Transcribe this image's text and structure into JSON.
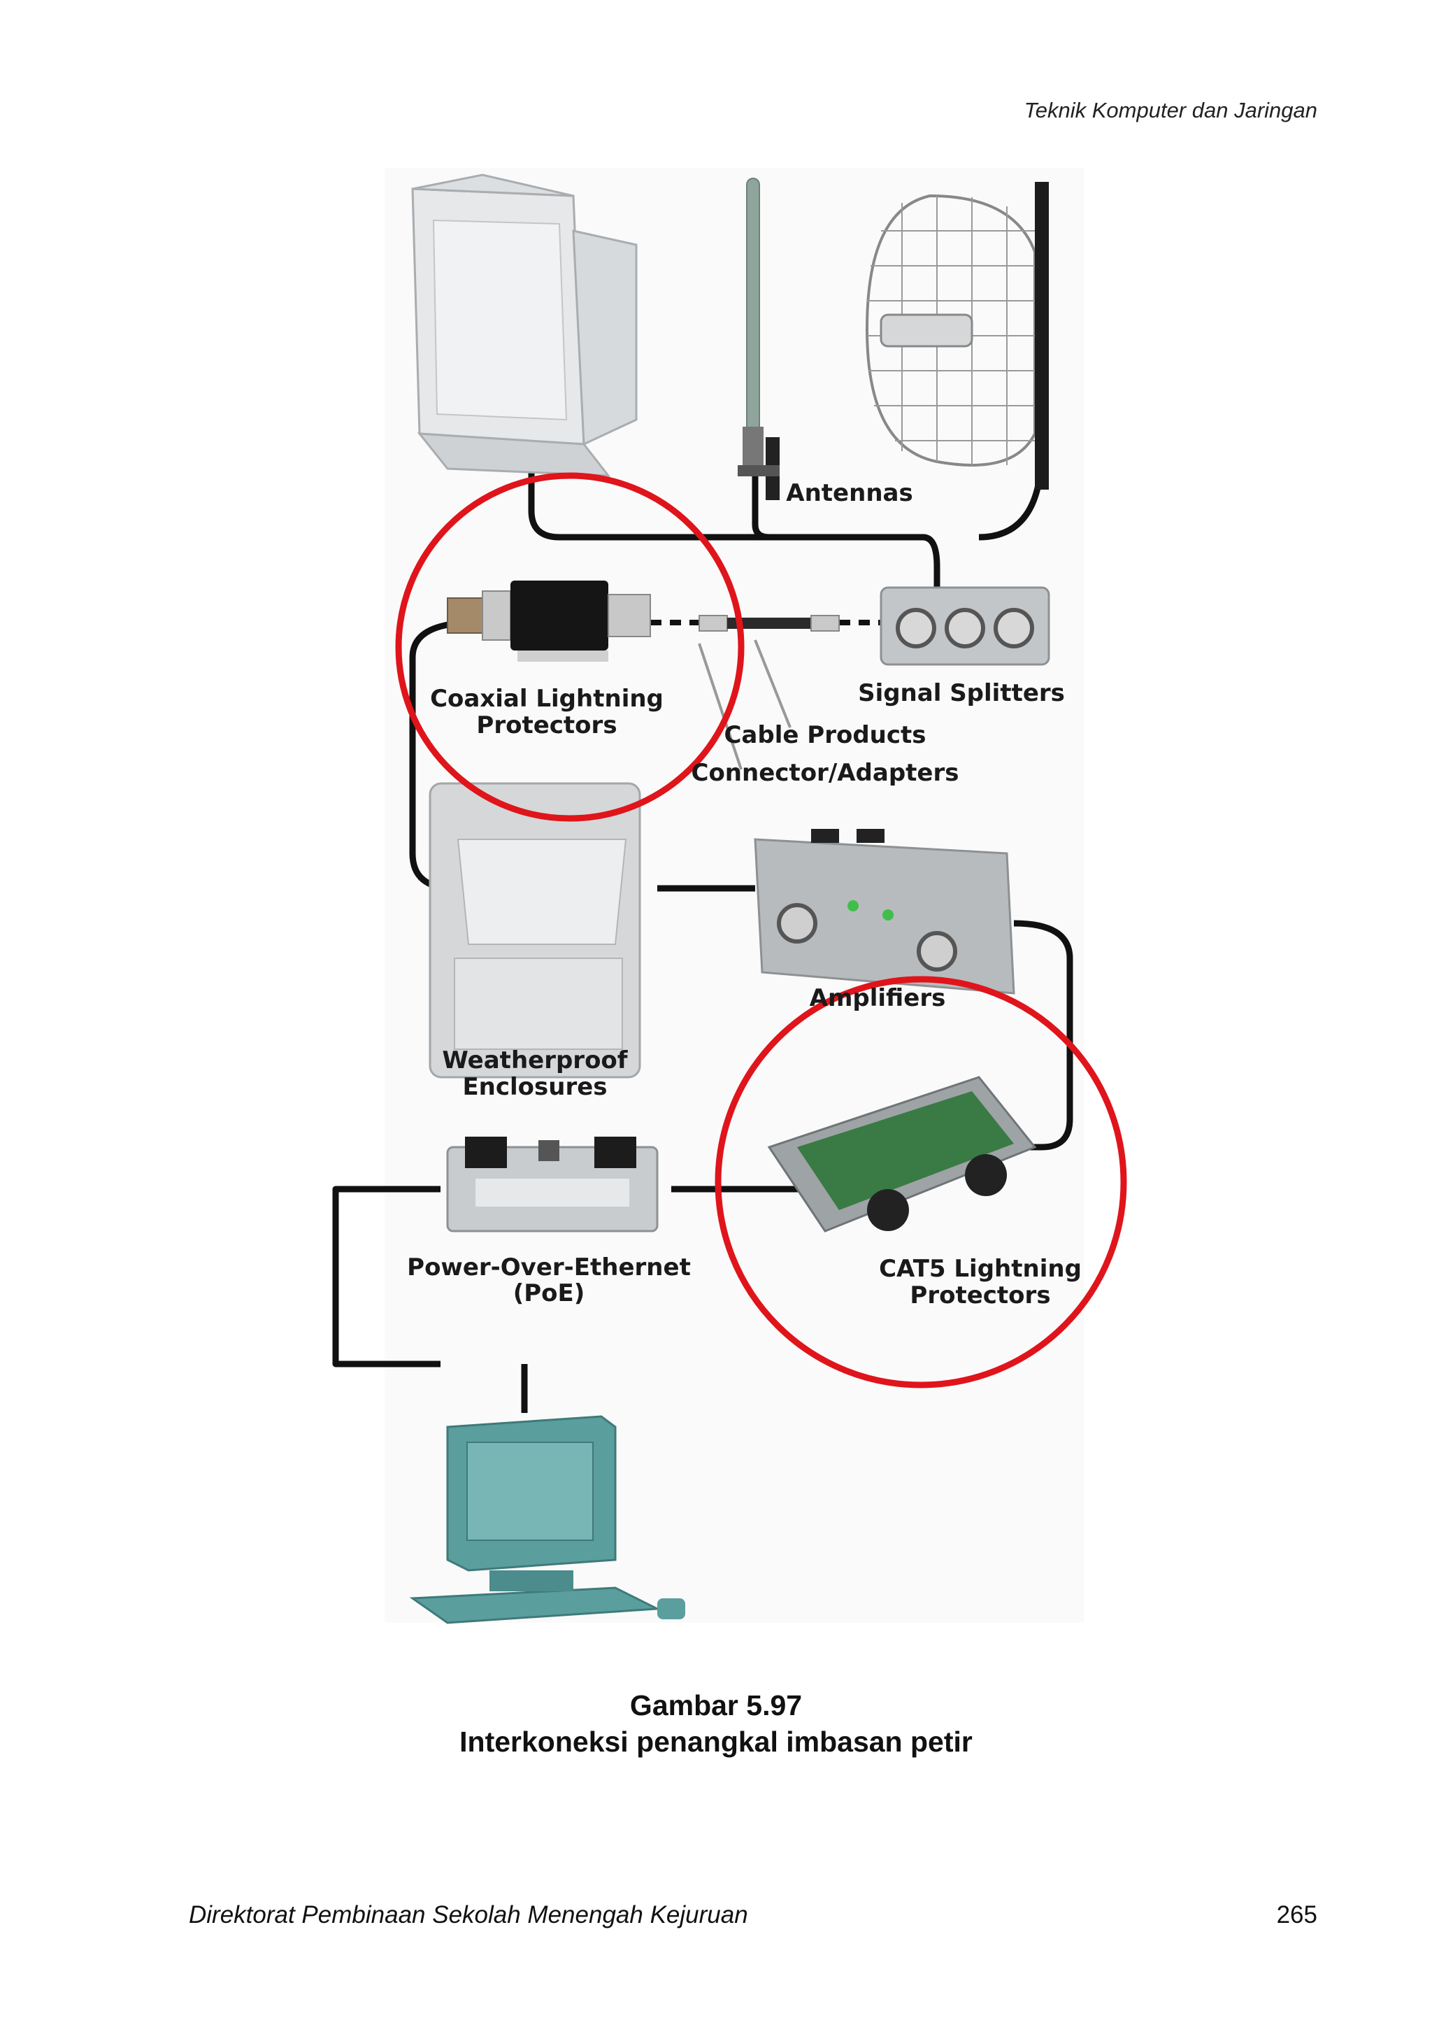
{
  "header": {
    "running_title": "Teknik Komputer dan Jaringan"
  },
  "figure": {
    "labels": {
      "antennas": "Antennas",
      "coaxial_line1": "Coaxial Lightning",
      "coaxial_line2": "Protectors",
      "signal_splitters": "Signal Splitters",
      "cable_products": "Cable Products",
      "connector_adapters": "Connector/Adapters",
      "amplifiers": "Amplifiers",
      "weatherproof_line1": "Weatherproof",
      "weatherproof_line2": "Enclosures",
      "poe_line1": "Power-Over-Ethernet",
      "poe_line2": "(PoE)",
      "cat5_line1": "CAT5 Lightning",
      "cat5_line2": "Protectors"
    },
    "colors": {
      "highlight_circle": "#e0141b",
      "computer": "#5b9e9e",
      "device_gray": "#b9bdc0"
    }
  },
  "caption": {
    "number": "Gambar 5.97",
    "title": "Interkoneksi penangkal imbasan petir"
  },
  "footer": {
    "publisher": "Direktorat Pembinaan Sekolah Menengah Kejuruan",
    "page_number": "265"
  }
}
